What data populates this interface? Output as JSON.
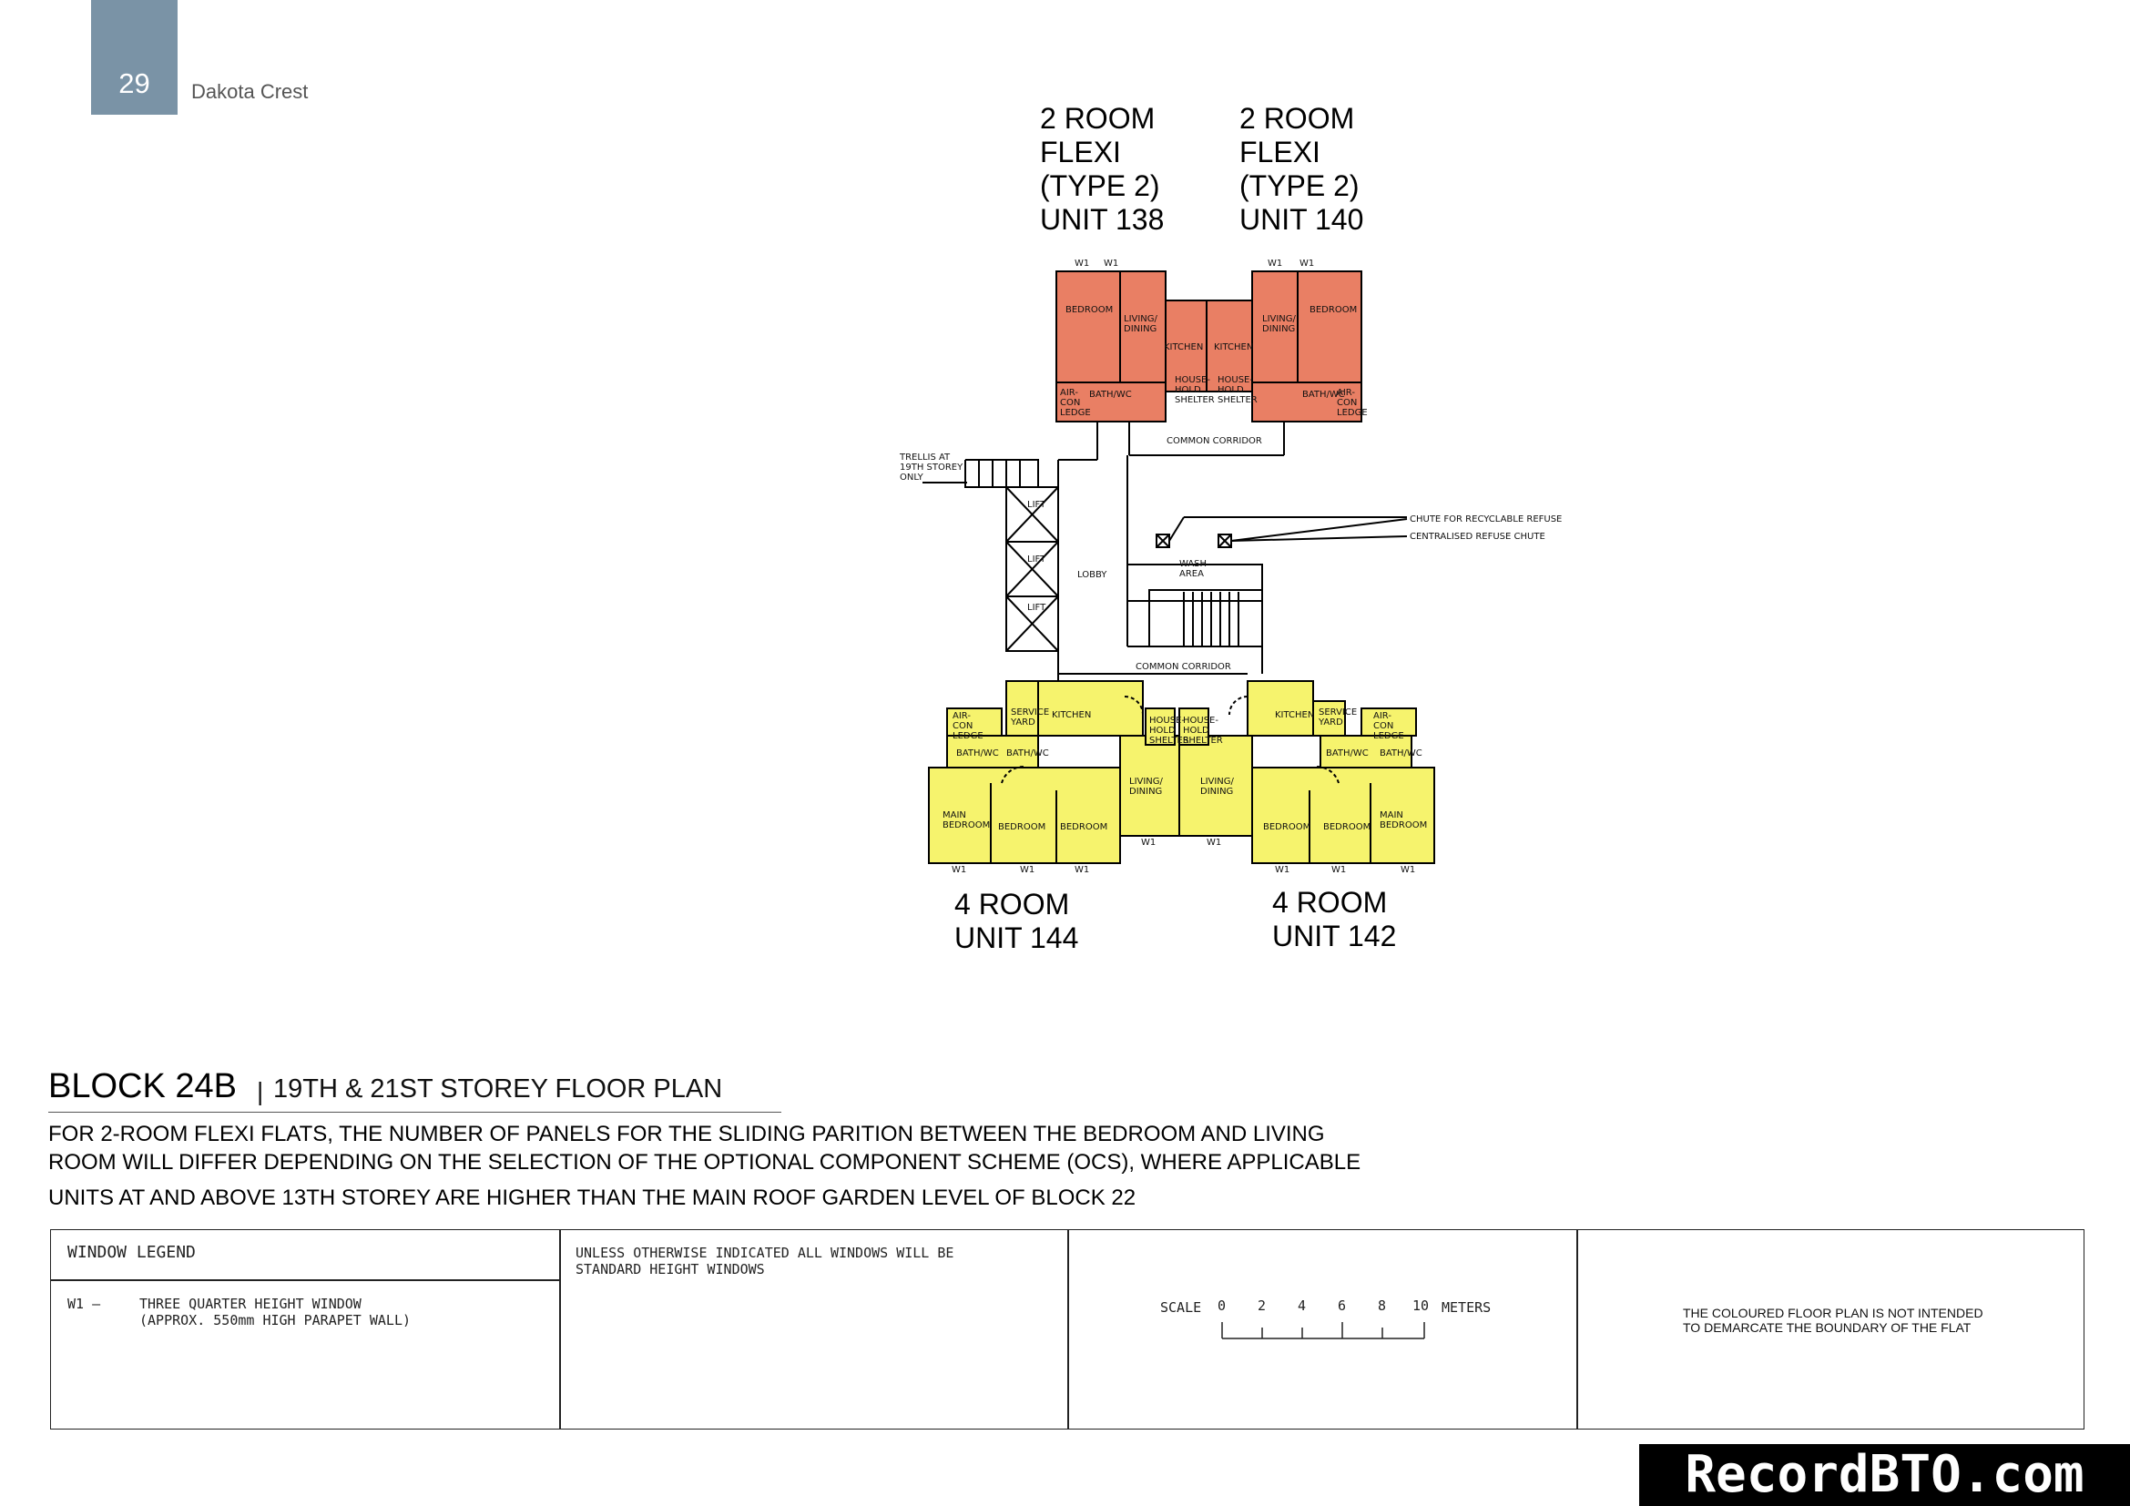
{
  "header": {
    "page_number": "29",
    "project_name": "Dakota Crest"
  },
  "units": [
    {
      "label": "2 ROOM\nFLEXI\n(TYPE 2)\nUNIT 138",
      "color": "#e97f64"
    },
    {
      "label": "2 ROOM\nFLEXI\n(TYPE 2)\nUNIT 140",
      "color": "#e97f64"
    },
    {
      "label": "4 ROOM\nUNIT 144",
      "color": "#f6f36d"
    },
    {
      "label": "4 ROOM\nUNIT 142",
      "color": "#f6f36d"
    }
  ],
  "plan_labels": {
    "window": "W1",
    "bedroom": "BEDROOM",
    "living_dining": "LIVING/\nDINING",
    "kitchen": "KITCHEN",
    "bath_wc": "BATH/WC",
    "aircon_ledge": "AIR-\nCON\nLEDGE",
    "household_shelter": "HOUSE-\nHOLD\nSHELTER",
    "common_corridor": "COMMON CORRIDOR",
    "trellis": "TRELLIS AT\n19TH STOREY\nONLY",
    "lift": "LIFT",
    "lobby": "LOBBY",
    "wash_area": "WASH\nAREA",
    "chute_recyclable": "CHUTE FOR RECYCLABLE REFUSE",
    "centralised_chute": "CENTRALISED REFUSE CHUTE",
    "service_yard": "SERVICE\nYARD",
    "main_bedroom": "MAIN\nBEDROOM"
  },
  "title": {
    "block": "BLOCK 24B",
    "separator": "|",
    "subtitle": "19TH & 21ST STOREY FLOOR PLAN"
  },
  "notes": [
    "FOR 2-ROOM FLEXI FLATS, THE NUMBER OF PANELS FOR THE SLIDING PARITION BETWEEN THE BEDROOM AND LIVING",
    "ROOM WILL DIFFER DEPENDING ON THE SELECTION OF THE OPTIONAL COMPONENT SCHEME (OCS), WHERE APPLICABLE",
    "UNITS AT AND ABOVE 13TH STOREY ARE HIGHER THAN THE MAIN ROOF GARDEN LEVEL OF BLOCK 22"
  ],
  "legend": {
    "heading": "WINDOW  LEGEND",
    "w1_code": "W1  –",
    "w1_desc": "THREE  QUARTER  HEIGHT  WINDOW\n(APPROX.  550mm  HIGH  PARAPET  WALL)",
    "windows_note": "UNLESS  OTHERWISE  INDICATED  ALL  WINDOWS  WILL  BE\nSTANDARD  HEIGHT  WINDOWS",
    "scale_label": "SCALE",
    "scale_ticks": [
      "0",
      "2",
      "4",
      "6",
      "8",
      "10"
    ],
    "scale_unit": "METERS",
    "disclaimer": "THE COLOURED FLOOR PLAN IS NOT INTENDED\nTO DEMARCATE THE BOUNDARY OF THE FLAT"
  },
  "watermark": "RecordBTO.com"
}
